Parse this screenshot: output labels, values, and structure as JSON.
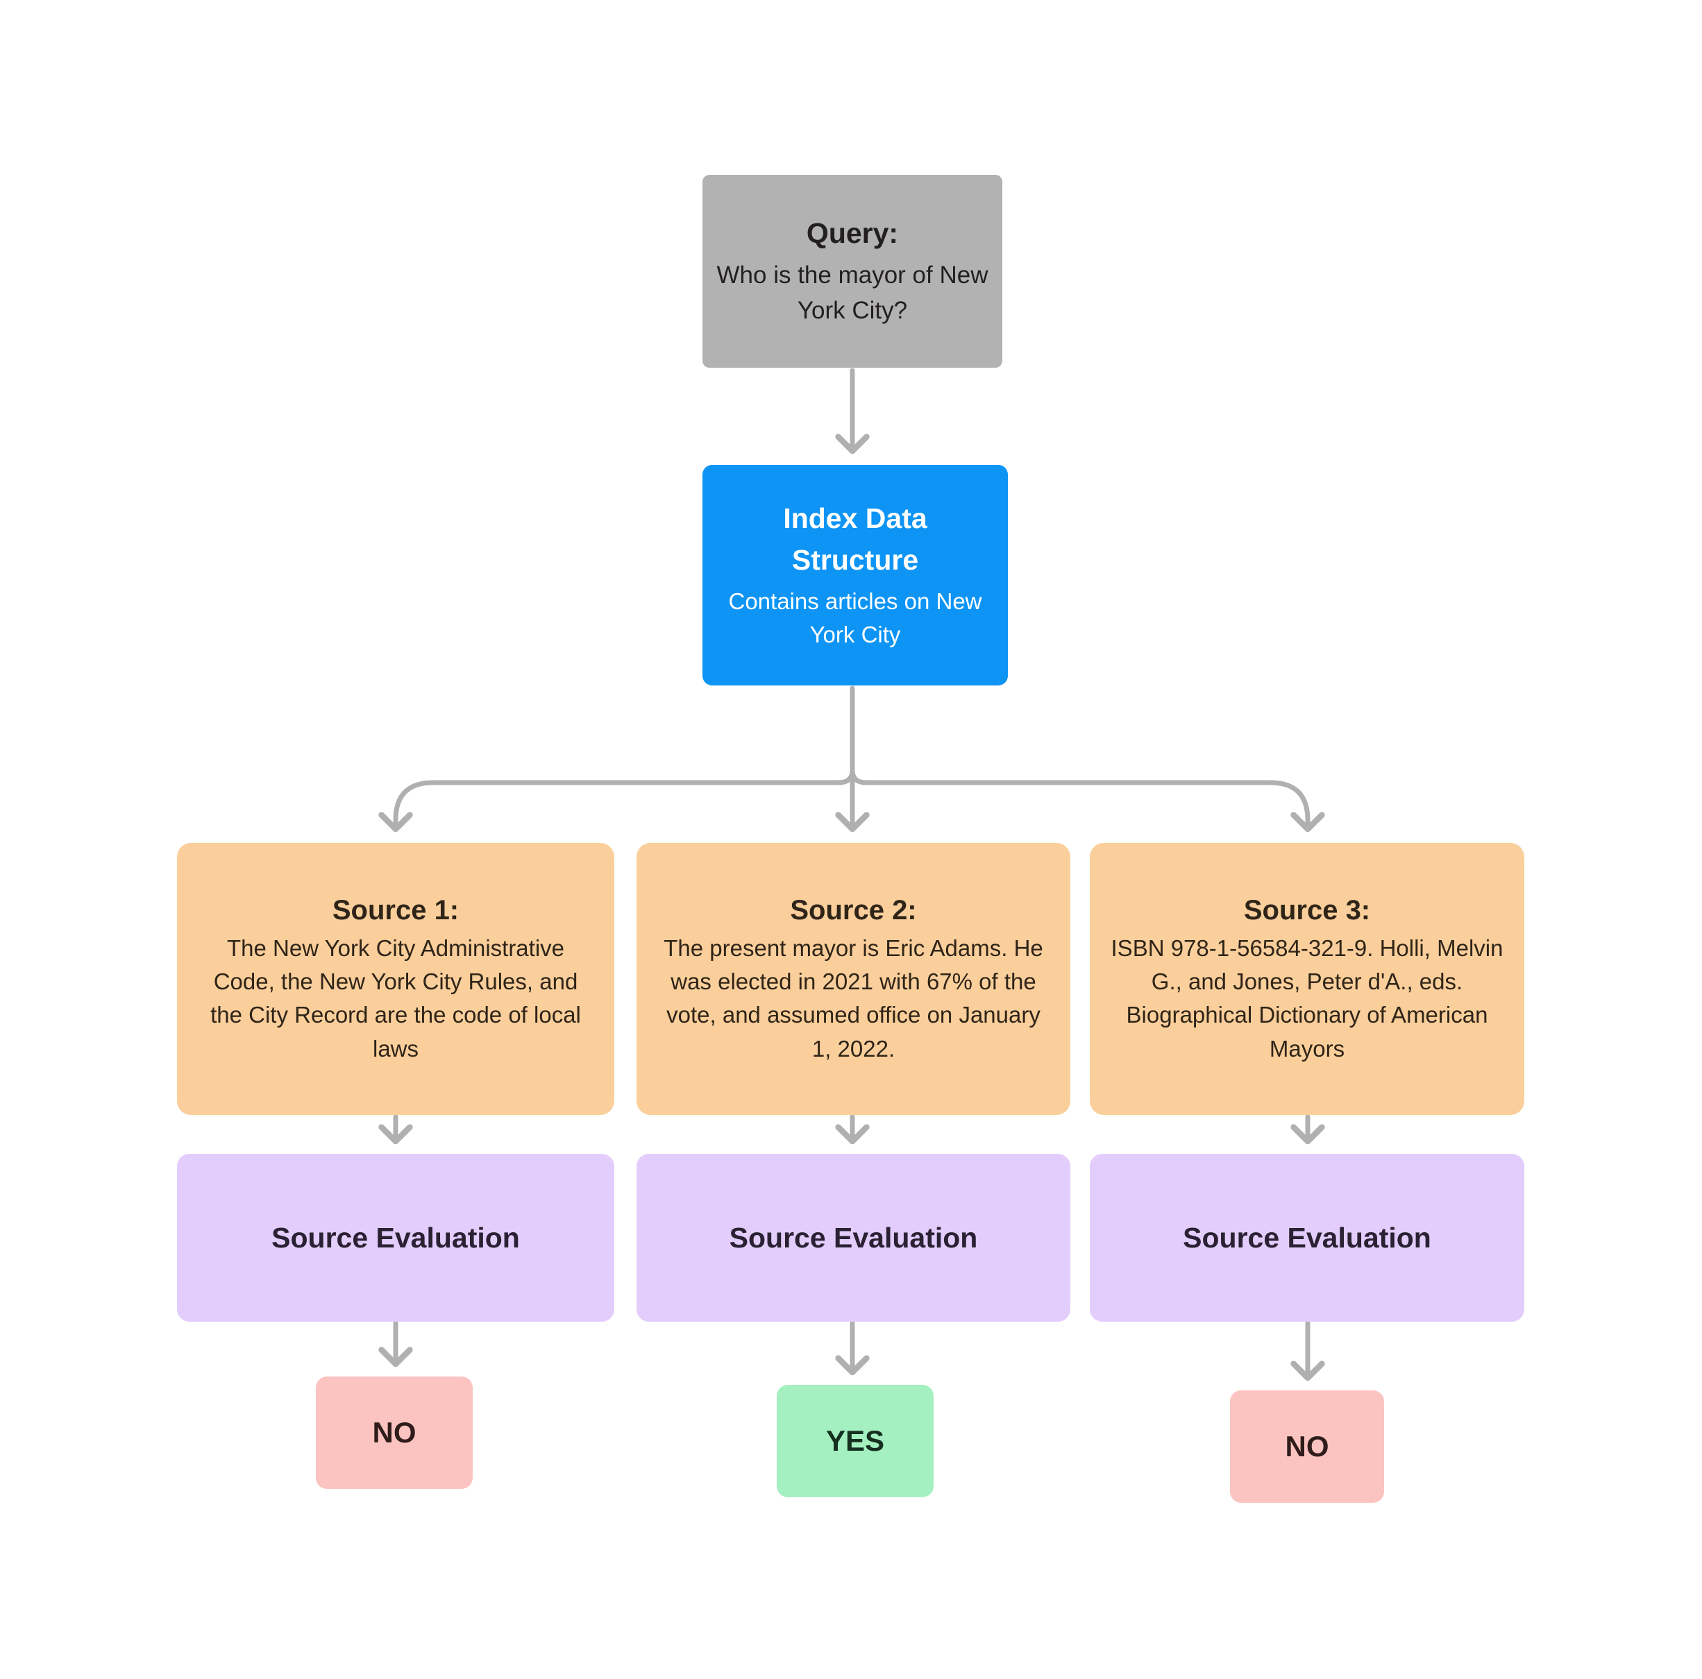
{
  "diagram": {
    "type": "flowchart",
    "orientation": "top-down",
    "background_color": "#ffffff",
    "connector_color": "#b0b0b0"
  },
  "query": {
    "title": "Query:",
    "body": "Who is the mayor of New York City?",
    "color": "#b2b2b2"
  },
  "index": {
    "title": "Index Data Structure",
    "body": "Contains articles on New York City",
    "color": "#0d94f4"
  },
  "sources": [
    {
      "title": "Source 1:",
      "body": "The New York City Administrative Code, the New York City Rules, and the City Record are the code of local laws",
      "color": "#facf9b"
    },
    {
      "title": "Source 2:",
      "body": "The present mayor is Eric Adams. He was elected in 2021 with 67% of the vote, and assumed office on January 1, 2022.",
      "color": "#facf9b"
    },
    {
      "title": "Source 3:",
      "body": "ISBN 978-1-56584-321-9. Holli, Melvin G., and Jones, Peter d'A., eds. Biographical Dictionary of American Mayors",
      "color": "#facf9b"
    }
  ],
  "evaluations": [
    {
      "title": "Source Evaluation",
      "color": "#e3cdfc"
    },
    {
      "title": "Source Evaluation",
      "color": "#e3cdfc"
    },
    {
      "title": "Source Evaluation",
      "color": "#e3cdfc"
    }
  ],
  "verdicts": [
    {
      "label": "NO",
      "color": "#fcc4c0"
    },
    {
      "label": "YES",
      "color": "#a5f0c1"
    },
    {
      "label": "NO",
      "color": "#fcc4c0"
    }
  ]
}
